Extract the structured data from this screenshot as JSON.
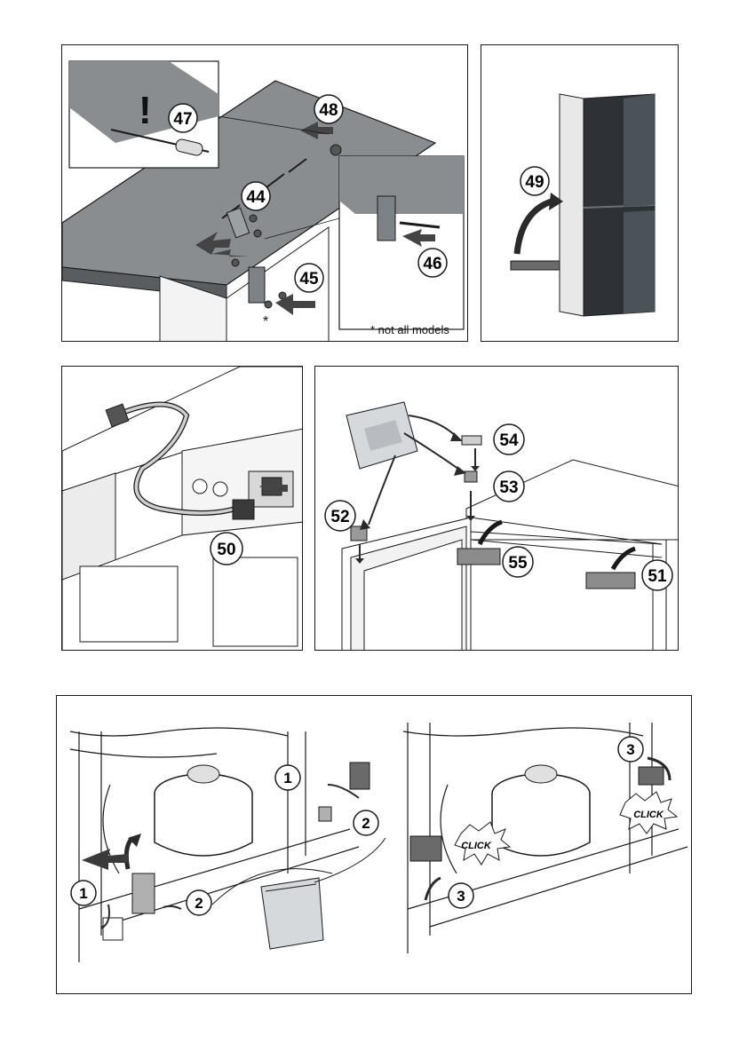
{
  "panel_a": {
    "callouts": {
      "c44": "44",
      "c45": "45",
      "c46": "46",
      "c47": "47",
      "c48": "48"
    },
    "exclamation": "!",
    "asterisk": "*",
    "note": "* not all models"
  },
  "panel_b": {
    "callouts": {
      "c49": "49"
    }
  },
  "panel_c": {
    "callouts": {
      "c50": "50"
    }
  },
  "panel_d": {
    "callouts": {
      "c51": "51",
      "c52": "52",
      "c53": "53",
      "c54": "54",
      "c55": "55"
    }
  },
  "panel_e": {
    "left_steps": {
      "s1a": "1",
      "s1b": "1",
      "s2a": "2",
      "s2b": "2"
    },
    "right_steps": {
      "s3a": "3",
      "s3b": "3"
    },
    "click_labels": {
      "click1": "CLICK",
      "click2": "CLICK"
    }
  },
  "colors": {
    "line": "#1a1a1a",
    "shade": "#c8c8c8",
    "dark": "#2e3236",
    "steel": "#4a5358"
  }
}
